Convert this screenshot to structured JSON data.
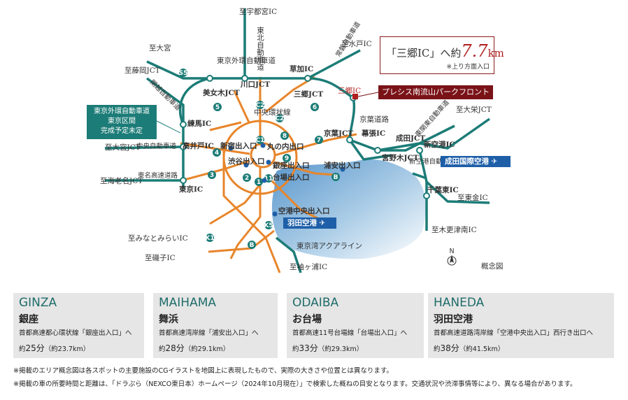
{
  "map": {
    "labels": {
      "utsunomiya_ic": "至宇都宮IC",
      "tohoku_expwy": "東北自動車道",
      "mito_ic": "至水戸IC",
      "joban_expwy": "常磐自動車道",
      "omiya": "至大宮",
      "fujioka_jct": "至藤岡JCT",
      "kanetsu_expwy": "関越自動車道",
      "gaikan_expwy": "東京外環自動車道",
      "kawaguchi_jct": "川口JCT",
      "soka_ic": "草加IC",
      "bijogi_jct": "美女木JCT",
      "misato_jct": "三郷JCT",
      "misato_ic": "三郷IC",
      "nerima_ic": "練馬IC",
      "chuo_kanjo": "中央環状線",
      "keiyo_road": "京葉道路",
      "okura_jct": "至大宮JCT",
      "chuo_expwy": "中央自動車道",
      "takaido_ic": "高井戸IC",
      "shinjuku_exit": "新宿出入口",
      "marunouchi_exit": "丸の内出口",
      "keiyo_jct": "京葉JCT",
      "makuhari_ic": "幕張IC",
      "narita_jct": "成田JCT",
      "shinkuko_ic": "新空港IC",
      "miyanogi_jct": "宮野木JCT",
      "shinkuko_expwy": "新空港自動車道",
      "higashikanto": "東関東自動車道",
      "ohtaka_jct": "至大栄JCT",
      "shibuya_exit": "渋谷出入口",
      "ginza_exit": "銀座出入口",
      "urayasu_exit": "浦安出入口",
      "daiba_exit": "台場出入口",
      "ebina_jct": "至海老名JCT",
      "tomei_expwy": "東名高速道路",
      "tokyo_ic": "東京IC",
      "chiba_ic": "千葉東IC",
      "higashikanto_ic": "至東金IC",
      "haneda_exit": "空港中央出入口",
      "minatomirai_ic": "至みなとみらいIC",
      "isogo_ic": "至磯子IC",
      "aqualine": "東京湾アクアライン",
      "kisarazu_ic": "至木更津南IC",
      "sodegaura_ic": "至袖ヶ浦IC",
      "north": "N",
      "concept": "概念図"
    },
    "callout": {
      "pre": "「三郷IC」へ約",
      "value": "7.7",
      "unit": "km",
      "note": "※上り方面入口"
    },
    "property_tag": "プレシス南流山パークフロント",
    "outer_ring_note": [
      "東京外環自動車道",
      "東京区間",
      "完成予定未定"
    ],
    "airports": {
      "narita": "成田国際空港",
      "haneda": "羽田空港"
    },
    "route_badges": [
      "1",
      "2",
      "3",
      "4",
      "5",
      "6",
      "7",
      "8",
      "9",
      "11",
      "C1",
      "C2",
      "B",
      "K1",
      "K5",
      "S5"
    ]
  },
  "cards": [
    {
      "en": "GINZA",
      "ja": "銀座",
      "route": "首都高速都心環状線「銀座出入口」へ",
      "time_prefix": "約",
      "minutes": "25分",
      "distance": "（約23.7km）"
    },
    {
      "en": "MAIHAMA",
      "ja": "舞浜",
      "route": "首都高速湾岸線「浦安出入口」へ",
      "time_prefix": "約",
      "minutes": "28分",
      "distance": "（約29.1km）"
    },
    {
      "en": "ODAIBA",
      "ja": "お台場",
      "route": "首都高速11号台場線「台場出入口」へ",
      "time_prefix": "約",
      "minutes": "33分",
      "distance": "（約29.3km）"
    },
    {
      "en": "HANEDA",
      "ja": "羽田空港",
      "route": "首都高速道路湾岸線「空港中央出入口」西行き出口へ",
      "time_prefix": "約",
      "minutes": "38分",
      "distance": "（約41.5km）"
    }
  ],
  "notes": [
    "※掲載のエリア概念図は各スポットの主要施設のCGイラストを地図上に表現したもので、実際の大きさや位置とは異なります。",
    "※掲載の車の所要時間と距離は、「ドラぷら（NEXCO東日本）ホームページ（2024年10月現在）」で検索した概ねの目安となります。交通状況や渋滞事情等により、異なる場合があります。"
  ],
  "colors": {
    "expressway_green": "#1c7c77",
    "metro_orange": "#e8852a",
    "sea_blue": "#7fb3d8",
    "accent_red": "#b01e1e",
    "tag_maroon": "#7a1318",
    "airport_blue": "#1e5fa8",
    "card_bg": "#e6e6e6"
  }
}
